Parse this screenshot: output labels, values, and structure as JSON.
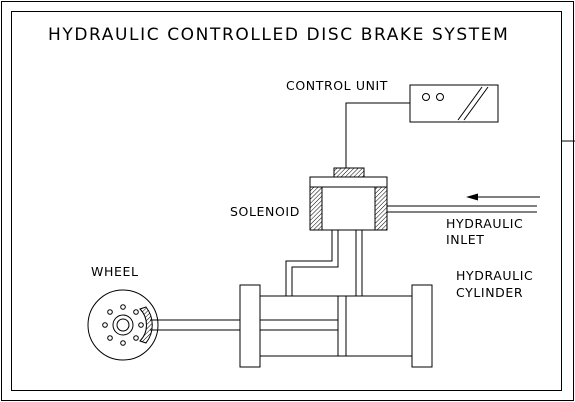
{
  "title": "HYDRAULIC CONTROLLED DISC BRAKE SYSTEM",
  "labels": {
    "control_unit": "CONTROL UNIT",
    "solenoid": "SOLENOID",
    "hydraulic_inlet_line1": "HYDRAULIC",
    "hydraulic_inlet_line2": "INLET",
    "wheel": "WHEEL",
    "hydraulic_cylinder_line1": "HYDRAULIC",
    "hydraulic_cylinder_line2": "CYLINDER"
  },
  "colors": {
    "line": "#000000",
    "background": "#ffffff"
  }
}
